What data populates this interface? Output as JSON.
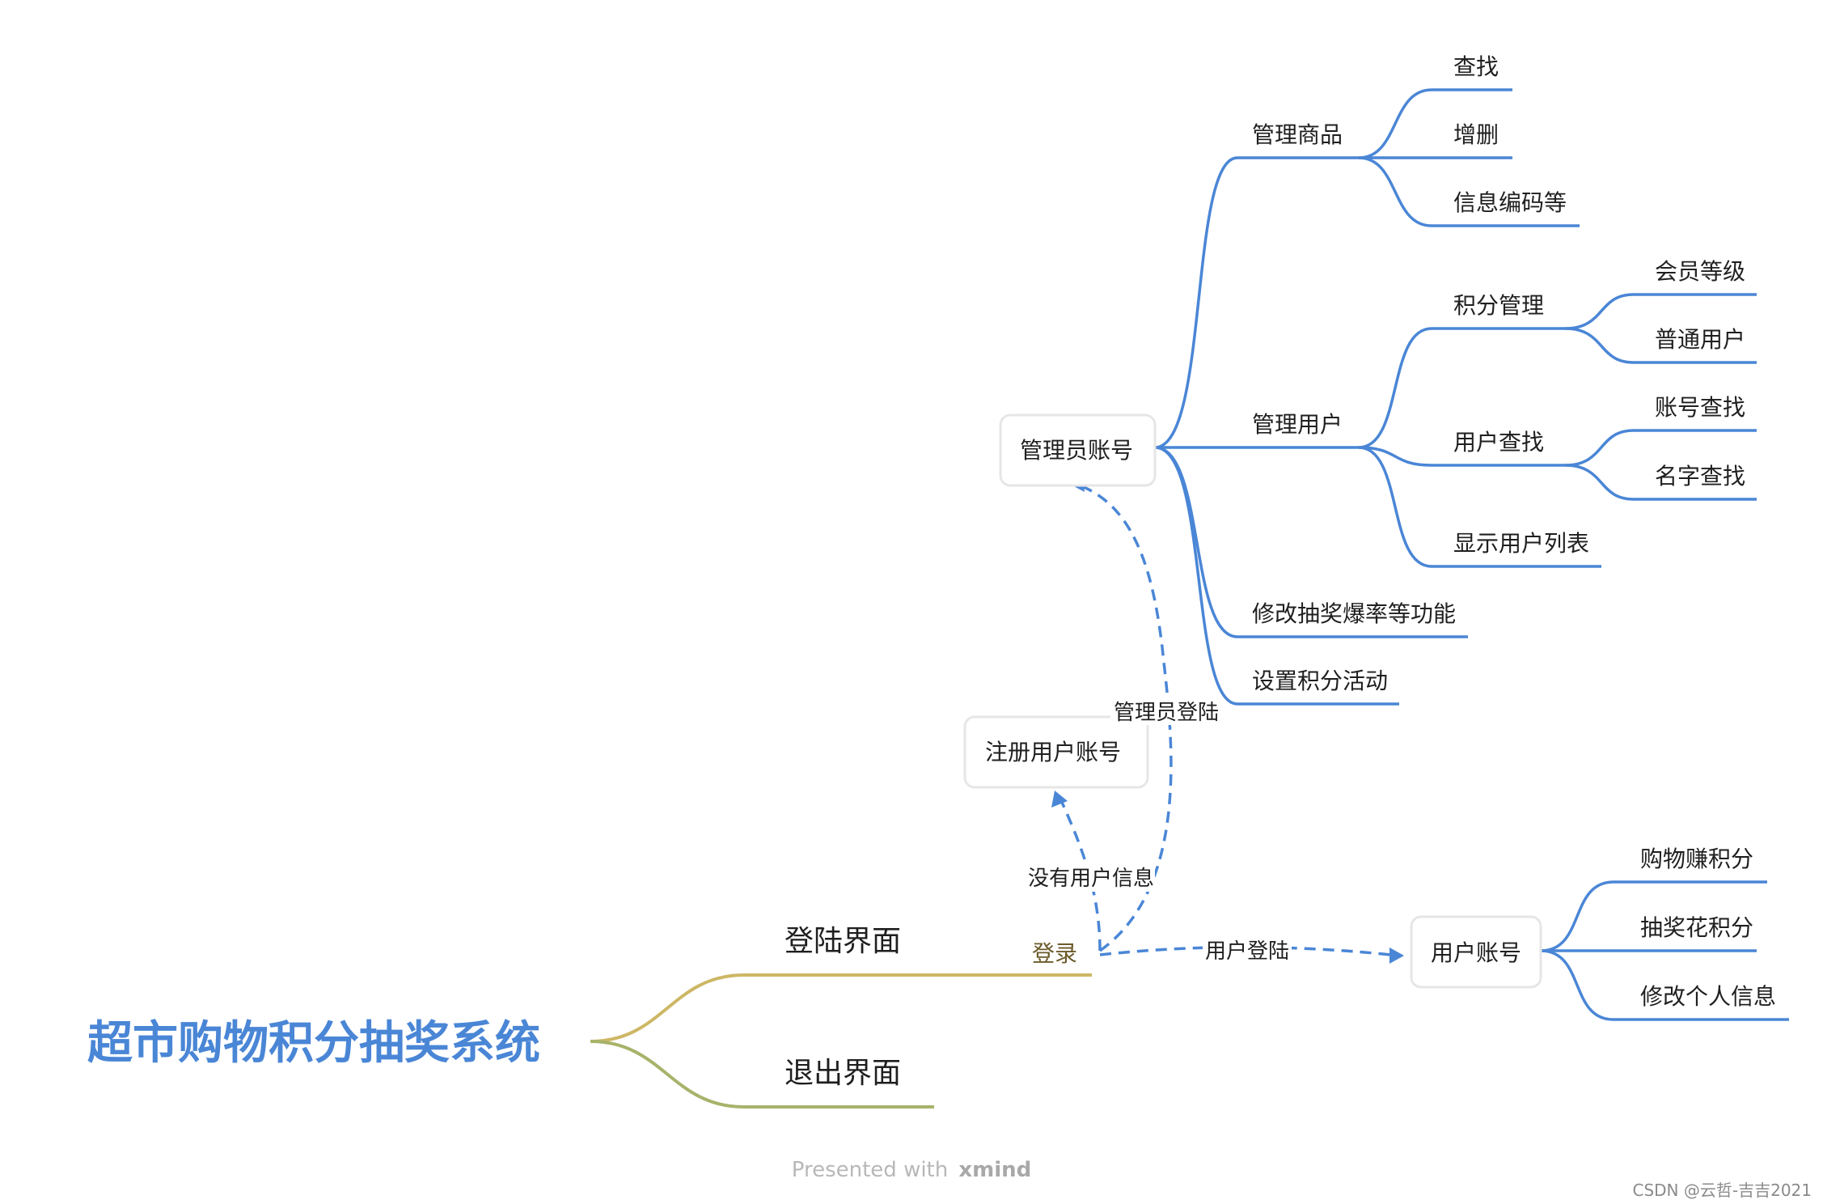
{
  "root": {
    "label": "超市购物积分抽奖系统",
    "color": "#4a86d6"
  },
  "branch_colors": {
    "login": "#cdb765",
    "exit": "#a7b36a",
    "accent": "#4a86d6"
  },
  "branches": {
    "login_screen": "登陆界面",
    "exit_screen": "退出界面",
    "login_action": "登录"
  },
  "nodes": {
    "admin_account": "管理员账号",
    "register_account": "注册用户账号",
    "user_account": "用户账号"
  },
  "relationships": {
    "admin_login": "管理员登陆",
    "no_user_info": "没有用户信息",
    "user_login": "用户登陆"
  },
  "admin_children": {
    "manage_goods": {
      "label": "管理商品",
      "children": [
        "查找",
        "增删",
        "信息编码等"
      ]
    },
    "manage_users": {
      "label": "管理用户",
      "points": {
        "label": "积分管理",
        "children": [
          "会员等级",
          "普通用户"
        ]
      },
      "search": {
        "label": "用户查找",
        "children": [
          "账号查找",
          "名字查找"
        ]
      },
      "list": "显示用户列表"
    },
    "modify_lottery": "修改抽奖爆率等功能",
    "set_activity": "设置积分活动"
  },
  "user_children": [
    "购物赚积分",
    "抽奖花积分",
    "修改个人信息"
  ],
  "footer": {
    "prefix": "Presented with",
    "brand": "xmind"
  },
  "watermark": "CSDN @云哲-吉吉2021"
}
